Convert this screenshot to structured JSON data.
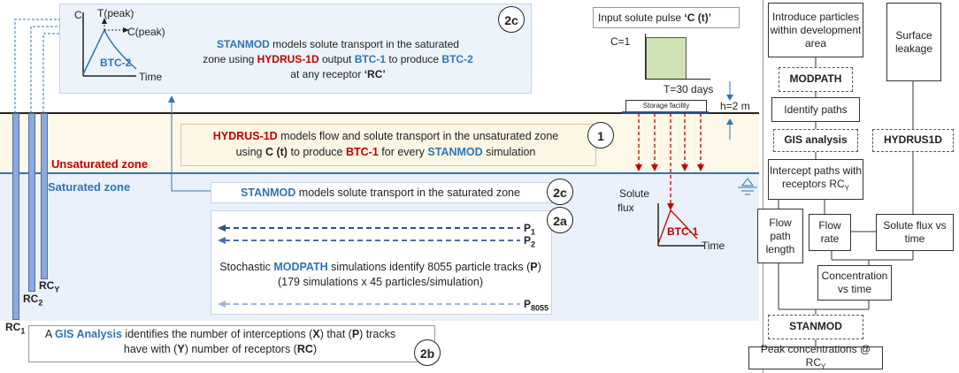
{
  "colors": {
    "blue_accent": "#2e75b6",
    "red_accent": "#c00000",
    "saturated_bg": "#eaf1fa",
    "unsaturated_bg": "#fdf8e8",
    "flow_box_bg": "#edf3fa",
    "receptor": "#8eaadb"
  },
  "top_panel": {
    "graph_c": "C",
    "graph_tpeak": "T(peak)",
    "graph_cpeak": "C(peak)",
    "graph_time": "Time",
    "graph_curve": "BTC-2",
    "text_a1": "STANMOD",
    "text_a2": " models solute transport in the saturated",
    "text_b1": "zone using ",
    "text_b2": "HYDRUS-1D",
    "text_b3": " output ",
    "text_b4": "BTC-1",
    "text_b5": " to produce ",
    "text_b6": "BTC-2",
    "text_c1": "at any receptor ",
    "text_c2": "‘RC’",
    "step": "2c"
  },
  "pulse": {
    "title_1": "Input solute pulse ",
    "title_2": "‘C (t)’",
    "c_label": "C=1",
    "t_label": "T=30 days",
    "h_label": "h=2 m",
    "facility": "Storage facility"
  },
  "unsat_box": {
    "l1_a": "HYDRUS-1D",
    "l1_b": " models flow and solute transport in the unsaturated zone",
    "l2_a": "using ",
    "l2_b": "C (t)",
    "l2_c": " to produce ",
    "l2_d": "BTC-1",
    "l2_e": " for every ",
    "l2_f": "STANMOD",
    "l2_g": " simulation",
    "step": "1"
  },
  "zones": {
    "unsaturated": "Unsaturated zone",
    "saturated": "Saturated zone"
  },
  "stanmod_box": {
    "a": "STANMOD",
    "b": " models solute transport in the saturated zone",
    "step": "2c"
  },
  "flux_graph": {
    "y_label_1": "Solute",
    "y_label_2": "flux",
    "curve": "BTC-1",
    "x_label": "Time"
  },
  "modpath_box": {
    "step": "2a",
    "p1": "P",
    "p1_sub": "1",
    "p2": "P",
    "p2_sub": "2",
    "pn": "P",
    "pn_sub": "8055",
    "l1_a": "Stochastic ",
    "l1_b": "MODPATH",
    "l1_c": " simulations identify 8055 particle tracks (",
    "l1_d": "P",
    "l1_e": ")",
    "l2": "(179 simulations x 45 particles/simulation)"
  },
  "gis_box": {
    "l1_a": "A ",
    "l1_b": "GIS Analysis",
    "l1_c": " identifies the number of interceptions (",
    "l1_d": "X",
    "l1_e": ") that (",
    "l1_f": "P",
    "l1_g": ") tracks",
    "l2_a": "have with (",
    "l2_b": "Y",
    "l2_c": ") number of receptors (",
    "l2_d": "RC",
    "l2_e": ")",
    "step": "2b"
  },
  "receptors": {
    "rc1": "RC",
    "rc1_sub": "1",
    "rc2": "RC",
    "rc2_sub": "2",
    "rcy": "RC",
    "rcy_sub": "Y"
  },
  "flowchart": {
    "introduce": "Introduce particles within development area",
    "surface": "Surface leakage",
    "modpath": "MODPATH",
    "identify": "Identify paths",
    "gis": "GIS analysis",
    "hydrus": "HYDRUS1D",
    "intercept": "Intercept paths with receptors RC",
    "intercept_sub": "Y",
    "flow_path": "Flow path length",
    "flow_rate": "Flow rate",
    "solute_flux": "Solute flux vs time",
    "concentration": "Concentration vs time",
    "stanmod": "STANMOD",
    "peak": "Peak concentrations @ RC",
    "peak_sub": "Y"
  }
}
